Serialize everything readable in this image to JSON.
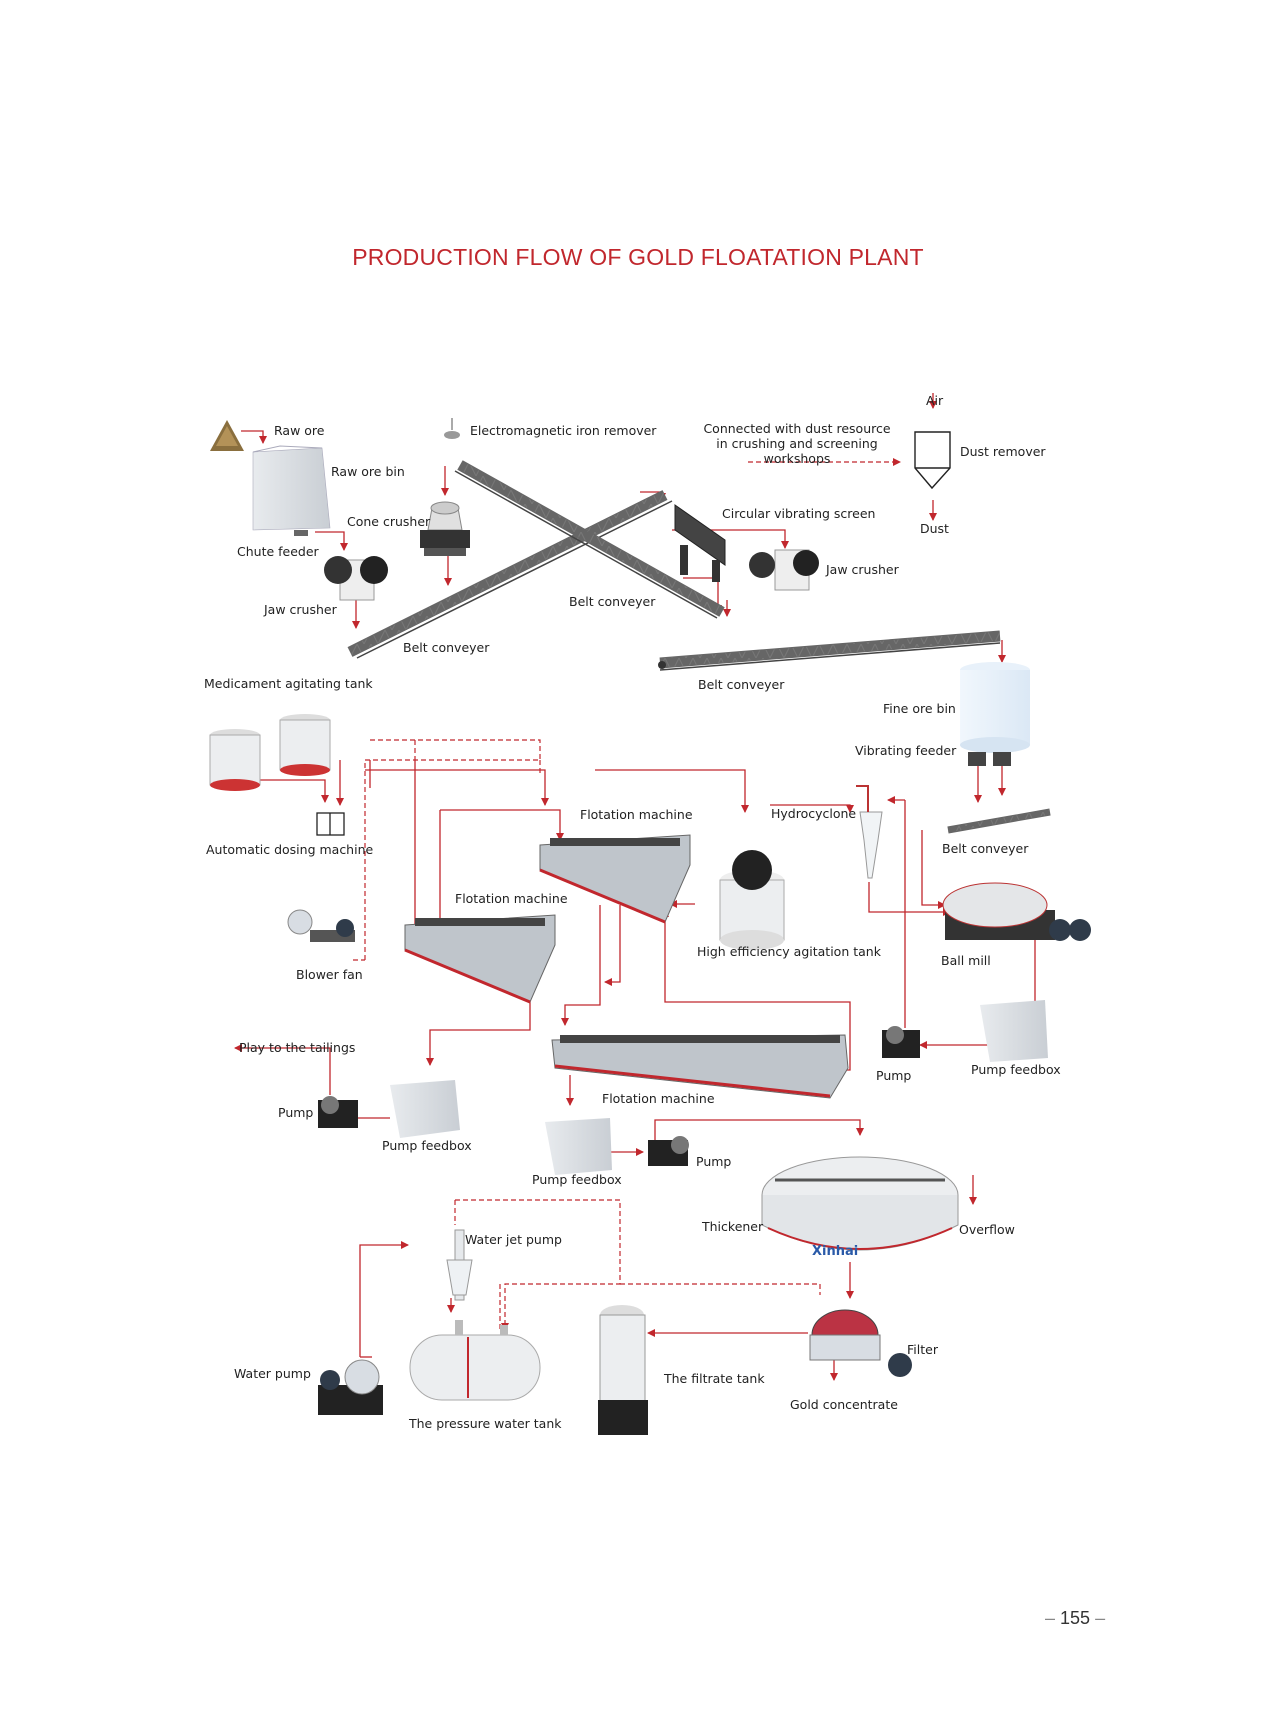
{
  "title": "PRODUCTION FLOW OF GOLD FLOATATION PLANT",
  "page_number": "155",
  "colors": {
    "title": "#c1272d",
    "flow_arrow": "#c1272d",
    "equipment": "#d8dde3"
  },
  "labels": {
    "air": "Air",
    "raw_ore": "Raw ore",
    "electromagnetic_iron_remover": "Electromagnetic iron remover",
    "dust_resource": "Connected with dust resource in crushing and screening workshops",
    "dust_remover": "Dust remover",
    "raw_ore_bin": "Raw ore bin",
    "cone_crusher": "Cone crusher",
    "circular_vibrating_screen": "Circular vibrating screen",
    "dust": "Dust",
    "chute_feeder": "Chute feeder",
    "jaw_crusher_right": "Jaw crusher",
    "belt_conveyer_mid": "Belt conveyer",
    "jaw_crusher_left": "Jaw crusher",
    "belt_conveyer_left": "Belt conveyer",
    "medicament_agitating_tank": "Medicament agitating tank",
    "belt_conveyer_right": "Belt conveyer",
    "fine_ore_bin": "Fine ore bin",
    "vibrating_feeder": "Vibrating feeder",
    "flotation_machine_top": "Flotation machine",
    "hydrocyclone": "Hydrocyclone",
    "automatic_dosing_machine": "Automatic dosing machine",
    "belt_conveyer_ball": "Belt conveyer",
    "flotation_machine_mid": "Flotation machine",
    "high_efficiency_agitation_tank": "High efficiency agitation tank",
    "ball_mill": "Ball mill",
    "blower_fan": "Blower fan",
    "play_to_tailings": "Play to the tailings",
    "pump_right": "Pump",
    "pump_feedbox_right": "Pump feedbox",
    "flotation_machine_bottom": "Flotation machine",
    "pump_left": "Pump",
    "pump_feedbox_left": "Pump feedbox",
    "pump_center": "Pump",
    "pump_feedbox_center": "Pump feedbox",
    "thickener": "Thickener",
    "overflow": "Overflow",
    "water_jet_pump": "Water jet pump",
    "filter": "Filter",
    "water_pump": "Water pump",
    "filtrate_tank": "The filtrate tank",
    "gold_concentrate": "Gold concentrate",
    "pressure_water_tank": "The pressure water tank",
    "thickener_brand": "Xinhai"
  }
}
